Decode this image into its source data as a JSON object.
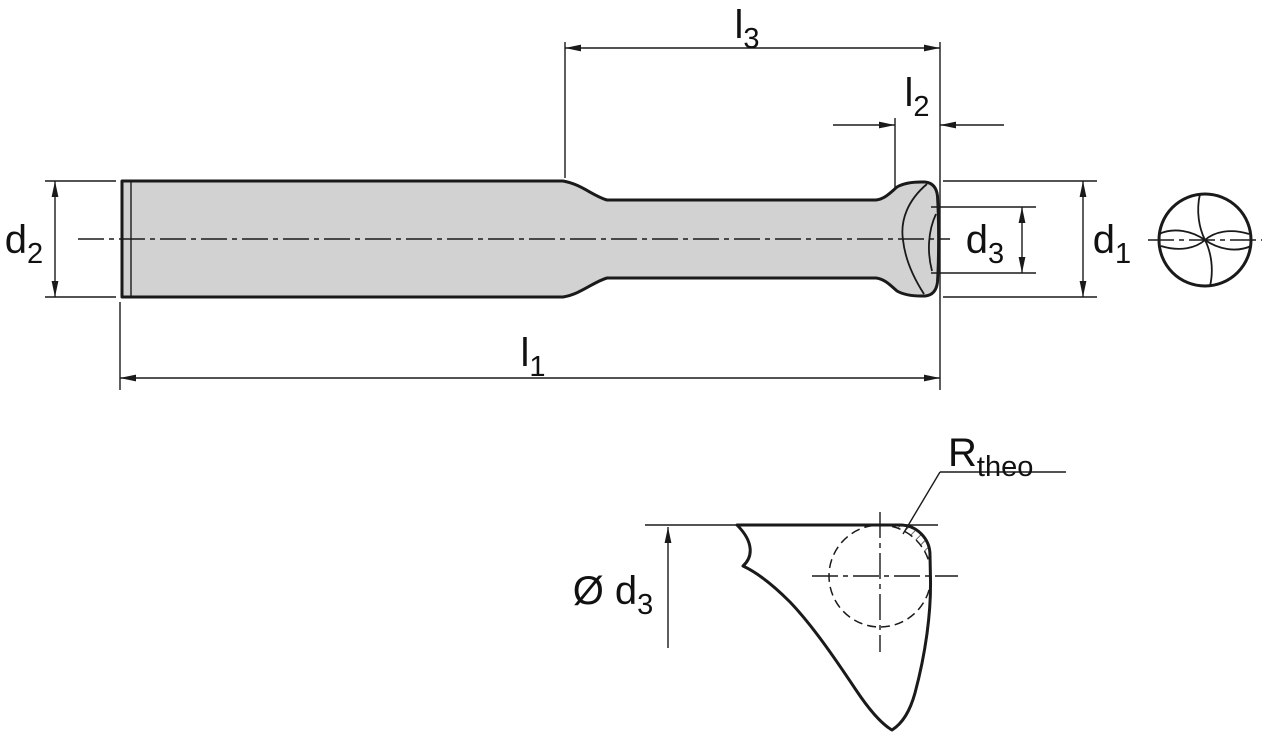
{
  "colors": {
    "background": "#ffffff",
    "line": "#1a1a1a",
    "tool_fill": "#d2d2d2",
    "flute_fill": "#c8c8c8"
  },
  "labels": {
    "l1": {
      "main": "l",
      "sub": "1"
    },
    "l2": {
      "main": "l",
      "sub": "2"
    },
    "l3": {
      "main": "l",
      "sub": "3"
    },
    "d1": {
      "main": "d",
      "sub": "1"
    },
    "d2": {
      "main": "d",
      "sub": "2"
    },
    "d3": {
      "main": "d",
      "sub": "3"
    },
    "r_theo": {
      "main": "R",
      "sub": "theo"
    },
    "dia_d3": {
      "main": "Ø d",
      "sub": "3"
    }
  }
}
